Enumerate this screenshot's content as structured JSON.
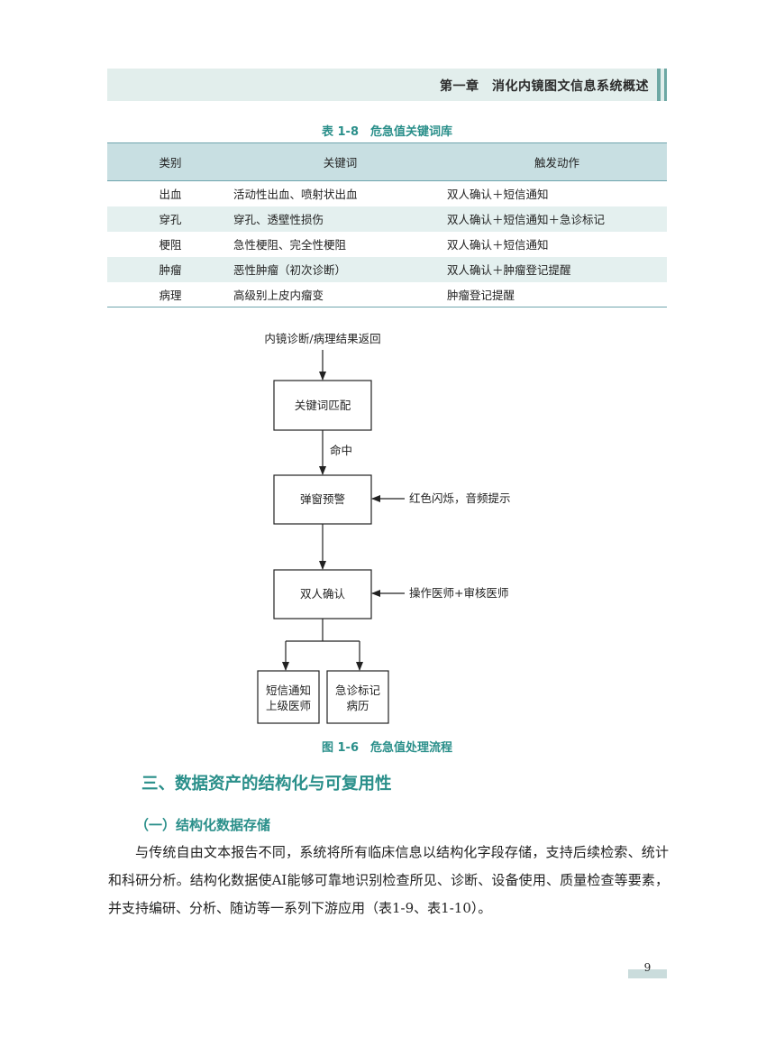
{
  "header": {
    "chapter_title": "第一章　消化内镜图文信息系统概述"
  },
  "table": {
    "caption": "表 1-8　危急值关键词库",
    "columns": [
      "类别",
      "关键词",
      "触发动作"
    ],
    "rows": [
      [
        "出血",
        "活动性出血、喷射状出血",
        "双人确认＋短信通知"
      ],
      [
        "穿孔",
        "穿孔、透壁性损伤",
        "双人确认＋短信通知＋急诊标记"
      ],
      [
        "梗阻",
        "急性梗阻、完全性梗阻",
        "双人确认＋短信通知"
      ],
      [
        "肿瘤",
        "恶性肿瘤（初次诊断）",
        "双人确认＋肿瘤登记提醒"
      ],
      [
        "病理",
        "高级别上皮内瘤变",
        "肿瘤登记提醒"
      ]
    ]
  },
  "flowchart": {
    "start_label": "内镜诊断/病理结果返回",
    "box_match": "关键词匹配",
    "hit_label": "命中",
    "box_popup": "弹窗预警",
    "popup_note": "红色闪烁，音频提示",
    "box_confirm": "双人确认",
    "confirm_note": "操作医师+审核医师",
    "box_sms_line1": "短信通知",
    "box_sms_line2": "上级医师",
    "box_emergency_line1": "急诊标记",
    "box_emergency_line2": "病历",
    "caption": "图 1-6　危急值处理流程"
  },
  "section": {
    "heading": "三、数据资产的结构化与可复用性",
    "subheading": "（一）结构化数据存储",
    "paragraph": "与传统自由文本报告不同，系统将所有临床信息以结构化字段存储，支持后续检索、统计和科研分析。结构化数据使AI能够可靠地识别检查所见、诊断、设备使用、质量检查等要素，并支持编研、分析、随访等一系列下游应用（表1-9、表1-10）。"
  },
  "page_number": "9"
}
